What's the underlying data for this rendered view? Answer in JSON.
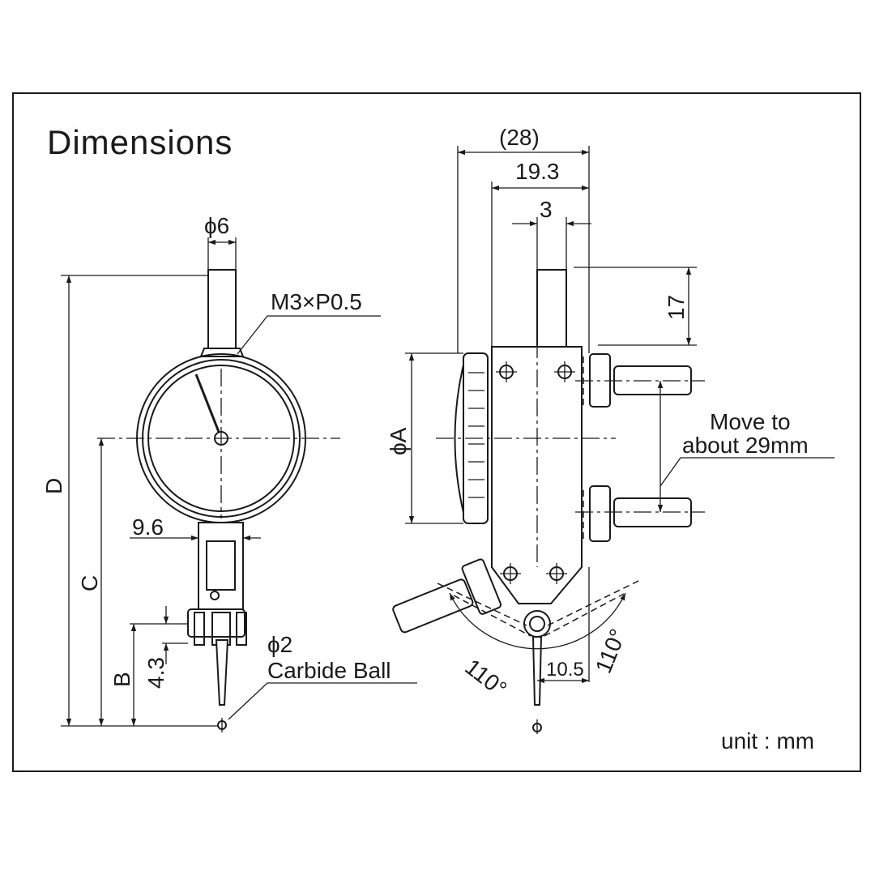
{
  "title": "Dimensions",
  "unit_note": "unit : mm",
  "front_view": {
    "stem_dia": "ϕ6",
    "thread": "M3×P0.5",
    "offset": "9.6",
    "dim_D": "D",
    "dim_C": "C",
    "dim_B": "B",
    "dim_43": "4.3",
    "ball_dia": "ϕ2",
    "ball_label": "Carbide Ball"
  },
  "side_view": {
    "overall_depth": "(28)",
    "depth": "19.3",
    "stem_width": "3",
    "stem_len": "17",
    "dial_dia": "ϕA",
    "move_note_line1": "Move to",
    "move_note_line2": "about 29mm",
    "angle_left": "110°",
    "angle_right": "110°",
    "tip_offset": "10.5"
  },
  "colors": {
    "line": "#1a1a1a",
    "background": "#ffffff"
  }
}
